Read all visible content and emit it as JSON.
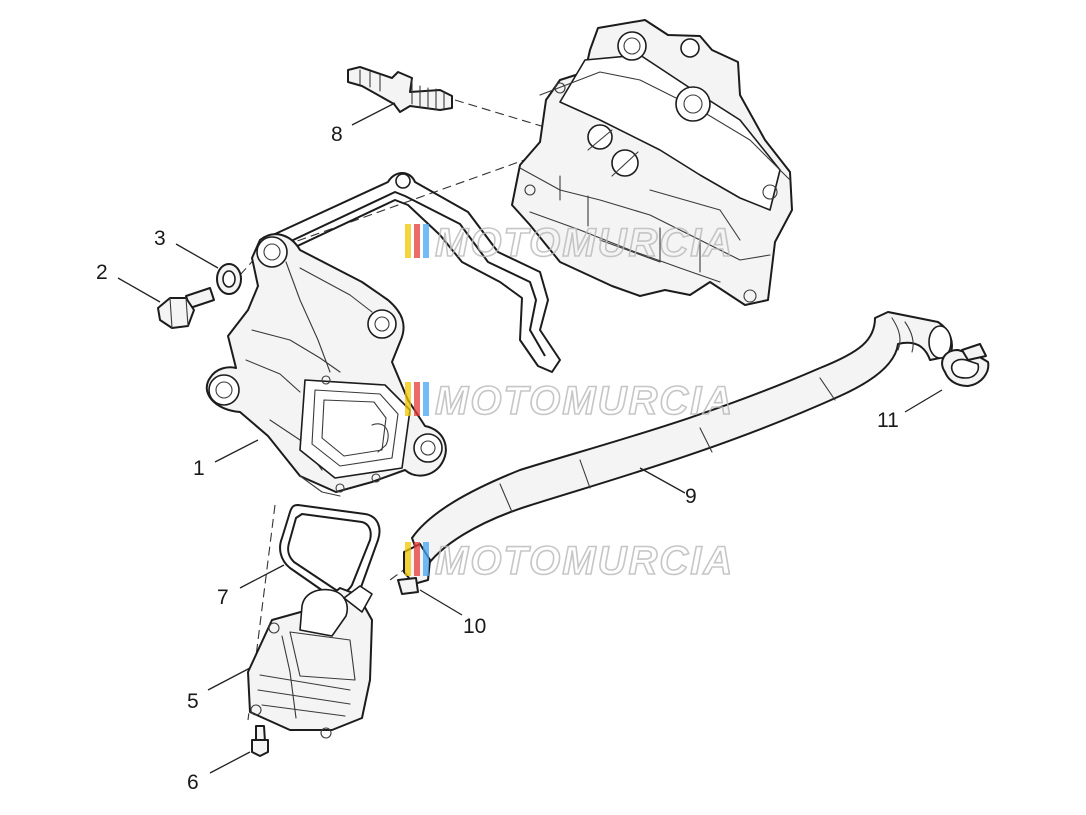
{
  "diagram": {
    "labels": [
      "1",
      "2",
      "3",
      "5",
      "6",
      "7",
      "8",
      "9",
      "10",
      "11"
    ],
    "watermark": "MOTOMURCIA",
    "watermark_colors": [
      "#f2c500",
      "#e53935",
      "#42a5f5"
    ]
  }
}
